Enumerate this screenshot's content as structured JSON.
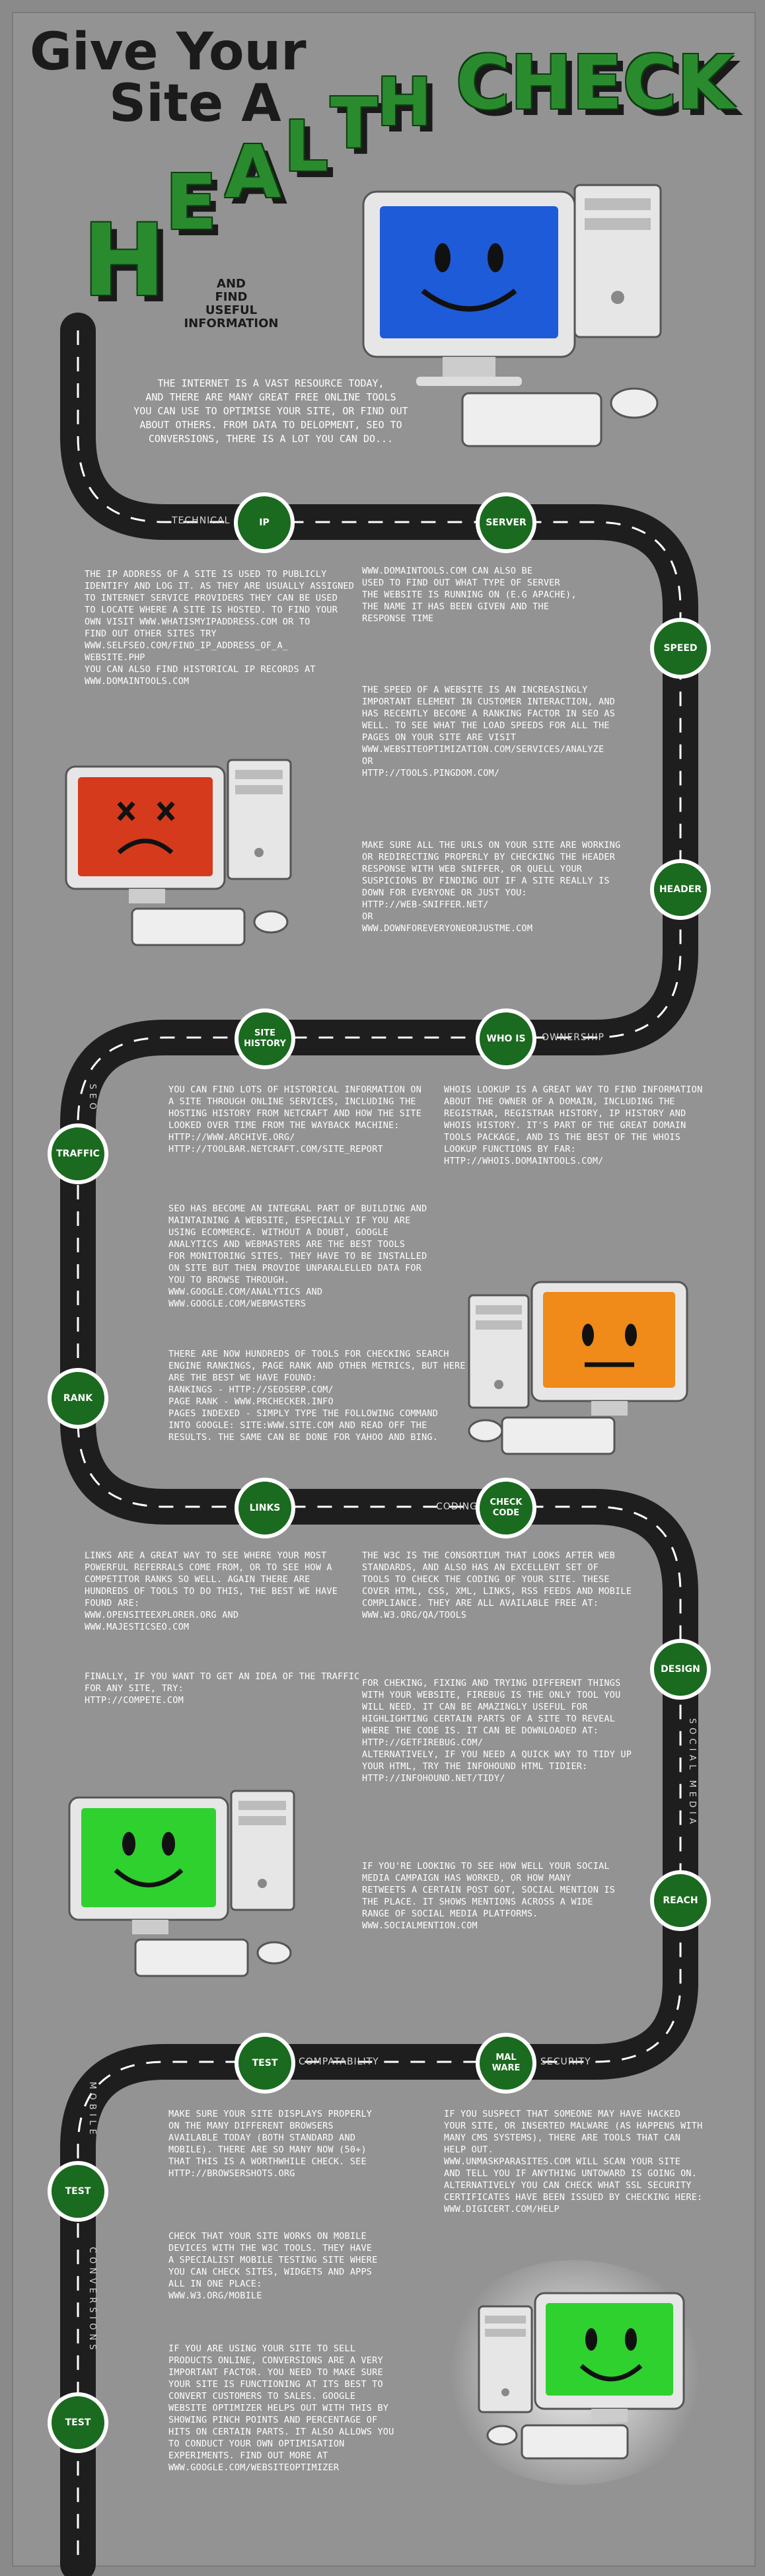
{
  "title": {
    "line1": "Give Your",
    "line2": "Site A",
    "health_letters": [
      "H",
      "E",
      "A",
      "L",
      "T",
      "H"
    ],
    "check": "CHECK",
    "subtitle": "AND\nFIND\nUSEFUL\nINFORMATION"
  },
  "intro": "THE INTERNET IS A VAST RESOURCE TODAY,\nAND THERE ARE MANY GREAT FREE ONLINE TOOLS\nYOU CAN USE TO OPTIMISE YOUR SITE, OR FIND OUT\nABOUT OTHERS. FROM DATA TO DELOPMENT, SEO TO\nCONVERSIONS, THERE IS A LOT YOU CAN DO...",
  "colors": {
    "accent": "#1a6a1f",
    "road": "#1e1e1e",
    "background": "#939393"
  },
  "badges": {
    "ip": "IP",
    "server": "SERVER",
    "speed": "SPEED",
    "header": "HEADER",
    "site_history": "SITE\nHISTORY",
    "who_is": "WHO IS",
    "traffic": "TRAFFIC",
    "rank": "RANK",
    "links": "LINKS",
    "check_code": "CHECK\nCODE",
    "design": "DESIGN",
    "reach": "REACH",
    "test": "TEST",
    "mal_ware": "MAL\nWARE",
    "mobile_test": "TEST",
    "conversions_test": "TEST"
  },
  "labels": {
    "technical": "TECHNICAL",
    "ownership": "OWNERSHIP",
    "seo": "SEO",
    "coding": "CODING",
    "social_media": "SOCIAL MEDIA",
    "compatability": "COMPATABILITY",
    "security": "SECURITY",
    "mobile": "MOBILE",
    "conversions": "CONVERSIONS"
  },
  "sections": {
    "ip": "THE IP ADDRESS OF A SITE IS USED TO PUBLICLY\nIDENTIFY AND LOG IT. AS THEY ARE USUALLY ASSIGNED\nTO INTERNET SERVICE PROVIDERS THEY CAN BE USED\nTO LOCATE WHERE A SITE IS HOSTED. TO FIND YOUR\nOWN VISIT WWW.WHATISMYIPADDRESS.COM OR TO\nFIND OUT OTHER SITES TRY\nWWW.SELFSEO.COM/FIND_IP_ADDRESS_OF_A_\nWEBSITE.PHP\nYOU CAN ALSO FIND HISTORICAL IP RECORDS AT\nWWW.DOMAINTOOLS.COM",
    "server": "WWW.DOMAINTOOLS.COM CAN ALSO BE\nUSED TO FIND OUT WHAT TYPE OF SERVER\nTHE WEBSITE IS RUNNING ON (E.G APACHE),\nTHE NAME IT HAS BEEN GIVEN AND THE\nRESPONSE TIME",
    "speed": "THE SPEED OF A WEBSITE IS AN INCREASINGLY\nIMPORTANT ELEMENT IN CUSTOMER INTERACTION, AND\nHAS RECENTLY BECOME A RANKING FACTOR IN SEO AS\nWELL. TO SEE WHAT THE LOAD SPEEDS FOR ALL THE\nPAGES ON YOUR SITE ARE VISIT\nWWW.WEBSITEOPTIMIZATION.COM/SERVICES/ANALYZE\nOR\nHTTP://TOOLS.PINGDOM.COM/",
    "header": "MAKE SURE ALL THE URLS ON YOUR SITE ARE WORKING\nOR REDIRECTING PROPERLY BY CHECKING THE HEADER\nRESPONSE WITH WEB SNIFFER, OR QUELL YOUR\nSUSPICIONS BY FINDING OUT IF A SITE REALLY IS\nDOWN FOR EVERYONE OR JUST YOU:\nHTTP://WEB-SNIFFER.NET/\nOR\nWWW.DOWNFOREVERYONEORJUSTME.COM",
    "site_history": "YOU CAN FIND LOTS OF HISTORICAL INFORMATION ON\nA SITE THROUGH ONLINE SERVICES, INCLUDING THE\nHOSTING HISTORY FROM NETCRAFT AND HOW THE SITE\nLOOKED OVER TIME FROM THE WAYBACK MACHINE:\nHTTP://WWW.ARCHIVE.ORG/\nHTTP://TOOLBAR.NETCRAFT.COM/SITE_REPORT",
    "who_is": "WHOIS LOOKUP IS A GREAT WAY TO FIND INFORMATION\nABOUT THE OWNER OF A DOMAIN, INCLUDING THE\nREGISTRAR, REGISTRAR HISTORY, IP HISTORY AND\nWHOIS HISTORY. IT'S PART OF THE GREAT DOMAIN\nTOOLS PACKAGE, AND IS THE BEST OF THE WHOIS\nLOOKUP FUNCTIONS BY FAR:\nHTTP://WHOIS.DOMAINTOOLS.COM/",
    "traffic": "SEO HAS BECOME AN INTEGRAL PART OF BUILDING AND\nMAINTAINING A WEBSITE, ESPECIALLY IF YOU ARE\nUSING ECOMMERCE. WITHOUT A DOUBT, GOOGLE\nANALYTICS AND WEBMASTERS ARE THE BEST TOOLS\nFOR MONITORING SITES. THEY HAVE TO BE INSTALLED\nON SITE BUT THEN PROVIDE UNPARALELLED DATA FOR\nYOU TO BROWSE THROUGH.\nWWW.GOOGLE.COM/ANALYTICS AND\nWWW.GOOGLE.COM/WEBMASTERS",
    "rank": "THERE ARE NOW HUNDREDS OF TOOLS FOR CHECKING SEARCH\nENGINE RANKINGS, PAGE RANK AND OTHER METRICS, BUT HERE\nARE THE BEST WE HAVE FOUND:\nRANKINGS - HTTP://SEOSERP.COM/\nPAGE RANK - WWW.PRCHECKER.INFO\nPAGES INDEXED - SIMPLY TYPE THE FOLLOWING COMMAND\nINTO GOOGLE: SITE:WWW.SITE.COM AND READ OFF THE\nRESULTS. THE SAME CAN BE DONE FOR YAHOO AND BING.",
    "links": "LINKS ARE A GREAT WAY TO SEE WHERE YOUR MOST\nPOWERFUL REFERRALS COME FROM, OR TO SEE HOW A\nCOMPETITOR RANKS SO WELL. AGAIN THERE ARE\nHUNDREDS OF TOOLS TO DO THIS, THE BEST WE HAVE\nFOUND ARE:\nWWW.OPENSITEEXPLORER.ORG AND\nWWW.MAJESTICSEO.COM",
    "links2": "FINALLY, IF YOU WANT TO GET AN IDEA OF THE TRAFFIC\nFOR ANY SITE, TRY:\nHTTP://COMPETE.COM",
    "check_code": "THE W3C IS THE CONSORTIUM THAT LOOKS AFTER WEB\nSTANDARDS, AND ALSO HAS AN EXCELLENT SET OF\nTOOLS TO CHECK THE CODING OF YOUR SITE. THESE\nCOVER HTML, CSS, XML, LINKS, RSS FEEDS AND MOBILE\nCOMPLIANCE. THEY ARE ALL AVAILABLE FREE AT:\nWWW.W3.ORG/QA/TOOLS",
    "design": "FOR CHEKING, FIXING AND TRYING DIFFERENT THINGS\nWITH YOUR WEBSITE, FIREBUG IS THE ONLY TOOL YOU\nWILL NEED. IT CAN BE AMAZINGLY USEFUL FOR\nHIGHLIGHTING CERTAIN PARTS OF A SITE TO REVEAL\nWHERE THE CODE IS. IT CAN BE DOWNLOADED AT:\nHTTP://GETFIREBUG.COM/\nALTERNATIVELY, IF YOU NEED A QUICK WAY TO TIDY UP\nYOUR HTML, TRY THE INFOHOUND HTML TIDIER:\nHTTP://INFOHOUND.NET/TIDY/",
    "reach": "IF YOU'RE LOOKING TO SEE HOW WELL YOUR SOCIAL\nMEDIA CAMPAIGN HAS WORKED, OR HOW MANY\nRETWEETS A CERTAIN POST GOT, SOCIAL MENTION IS\nTHE PLACE. IT SHOWS MENTIONS ACROSS A WIDE\nRANGE OF SOCIAL MEDIA PLATFORMS.\nWWW.SOCIALMENTION.COM",
    "test": "MAKE SURE YOUR SITE DISPLAYS PROPERLY\nON THE MANY DIFFERENT BROWSERS\nAVAILABLE TODAY (BOTH STANDARD AND\nMOBILE). THERE ARE SO MANY NOW (50+)\nTHAT THIS IS A WORTHWHILE CHECK. SEE\nHTTP://BROWSERSHOTS.ORG",
    "mobile_test": "CHECK THAT YOUR SITE WORKS ON MOBILE\nDEVICES WITH THE W3C TOOLS. THEY HAVE\nA SPECIALIST MOBILE TESTING SITE WHERE\nYOU CAN CHECK SITES, WIDGETS AND APPS\nALL IN ONE PLACE:\nWWW.W3.ORG/MOBILE",
    "conversions_test": "IF YOU ARE USING YOUR SITE TO SELL\nPRODUCTS ONLINE, CONVERSIONS ARE A VERY\nIMPORTANT FACTOR. YOU NEED TO MAKE SURE\nYOUR SITE IS FUNCTIONING AT ITS BEST TO\nCONVERT CUSTOMERS TO SALES. GOOGLE\nWEBSITE OPTIMIZER HELPS OUT WITH THIS BY\nSHOWING PINCH POINTS AND PERCENTAGE OF\nHITS ON CERTAIN PARTS. IT ALSO ALLOWS YOU\nTO CONDUCT YOUR OWN OPTIMISATION\nEXPERIMENTS. FIND OUT MORE AT\nWWW.GOOGLE.COM/WEBSITEOPTIMIZER",
    "mal_ware": "IF YOU SUSPECT THAT SOMEONE MAY HAVE HACKED\nYOUR SITE, OR INSERTED MALWARE (AS HAPPENS WITH\nMANY CMS SYSTEMS), THERE ARE TOOLS THAT CAN\nHELP OUT.\nWWW.UNMASKPARASITES.COM WILL SCAN YOUR SITE\nAND TELL YOU IF ANYTHING UNTOWARD IS GOING ON.\nALTERNATIVELY YOU CAN CHECK WHAT SSL SECURITY\nCERTIFICATES HAVE BEEN ISSUED BY CHECKING HERE:\nWWW.DIGICERT.COM/HELP"
  }
}
